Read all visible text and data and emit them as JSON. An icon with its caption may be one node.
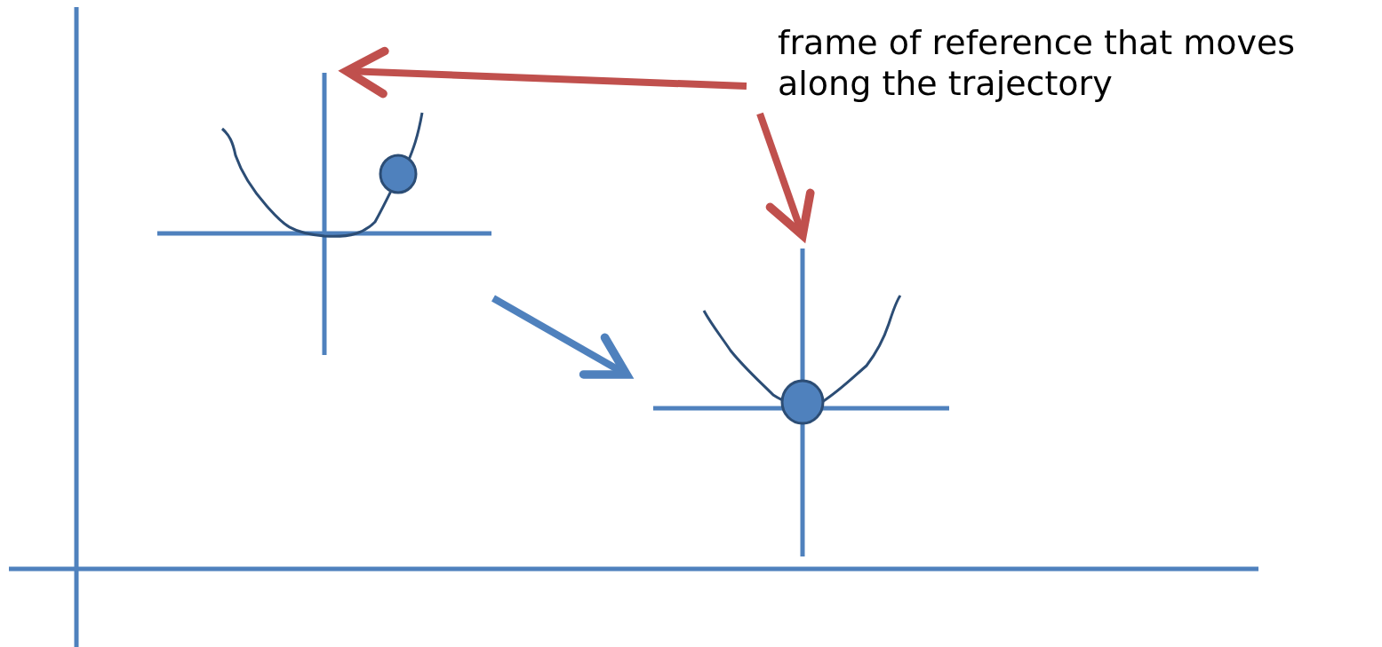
{
  "diagram": {
    "nodes": [
      {
        "text": [
          "frame of reference that moves along the trajectory"
        ]
      },
      {
        "text": [],
        "shape": "picture"
      },
      {
        "text": [],
        "shape": "picture"
      }
    ],
    "edges": [
      {
        "from": 0,
        "to": 1,
        "arrow": "to",
        "color": "#c0504d"
      },
      {
        "from": 0,
        "to": 2,
        "arrow": "to",
        "color": "#c0504d"
      },
      {
        "from": 1,
        "to": 2,
        "arrow": "to",
        "color": "#4f81bd"
      }
    ]
  }
}
